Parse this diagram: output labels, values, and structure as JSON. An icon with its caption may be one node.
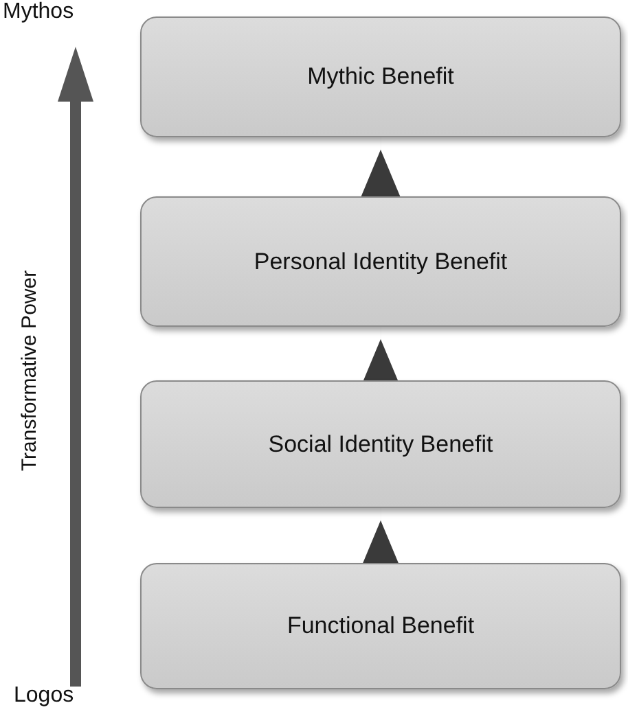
{
  "diagram": {
    "nodes": [
      {
        "text": [
          "Mythic Benefit"
        ]
      },
      {
        "text": [
          "Personal Identity Benefit"
        ]
      },
      {
        "text": [
          "Social Identity Benefit"
        ]
      },
      {
        "text": [
          "Functional Benefit"
        ]
      }
    ],
    "edges": [
      {
        "from": 3,
        "to": 2,
        "arrow": "to"
      },
      {
        "from": 2,
        "to": 1,
        "arrow": "to"
      },
      {
        "from": 1,
        "to": 0,
        "arrow": "to"
      }
    ],
    "labels": [
      "Mythos",
      "Transformative Power",
      "Logos"
    ]
  }
}
